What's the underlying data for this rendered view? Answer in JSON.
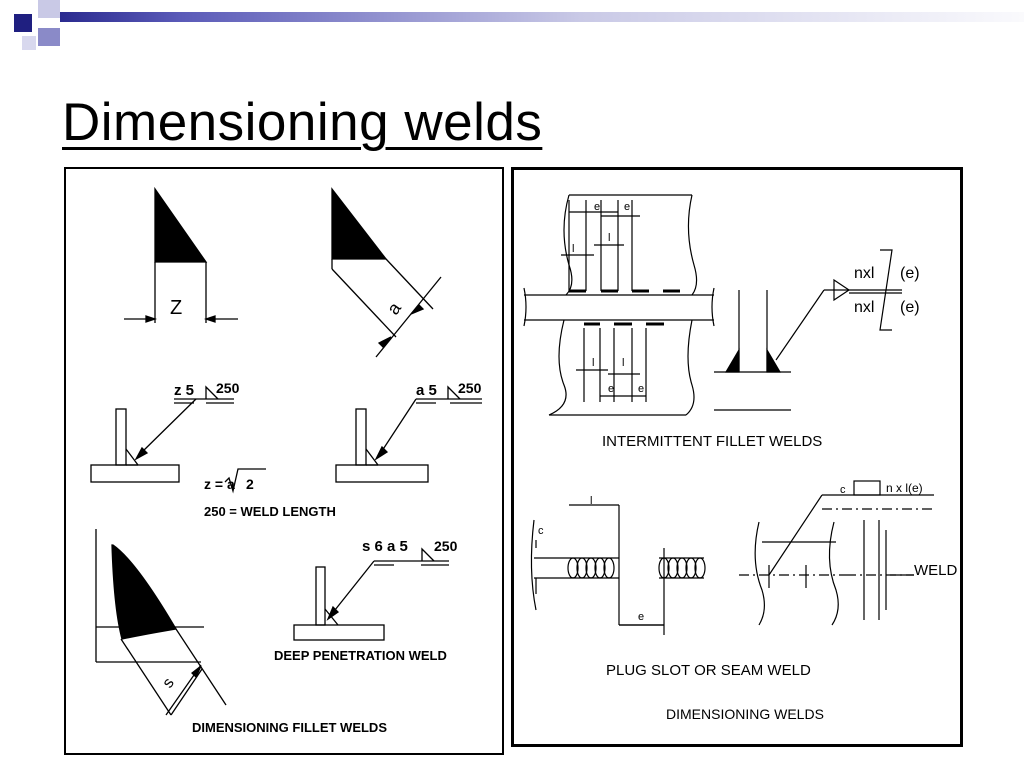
{
  "slide": {
    "title": "Dimensioning welds"
  },
  "left_diagram": {
    "z_label": "Z",
    "a_label": "a",
    "symbol_z": "z 5",
    "symbol_z_length": "250",
    "symbol_a": "a 5",
    "symbol_a_length": "250",
    "formula_lhs": "z = a",
    "formula_root": "2",
    "length_note": "250 = WELD LENGTH",
    "symbol_s": "s 6 a 5",
    "symbol_s_length": "250",
    "s_label": "s",
    "deep_penetration_caption": "DEEP PENETRATION WELD",
    "caption": "DIMENSIONING  FILLET  WELDS"
  },
  "right_diagram": {
    "e_label": "e",
    "l_label": "l",
    "nxl_top": "nxl",
    "e_top": "(e)",
    "nxl_bottom": "nxl",
    "e_bottom": "(e)",
    "intermittent_caption": "INTERMITTENT  FILLET  WELDS",
    "c_label": "c",
    "plug_symbol_text": "n  x  l(e)",
    "weld_label": "WELD",
    "plug_caption": "PLUG  SLOT  OR  SEAM  WELD",
    "dimensioning_caption": "DIMENSIONING    WELDS"
  },
  "colors": {
    "accent_dark": "#2a2a8f",
    "accent_mid": "#5a5ab8",
    "accent_light": "#c9c9e6",
    "ink": "#000000"
  }
}
